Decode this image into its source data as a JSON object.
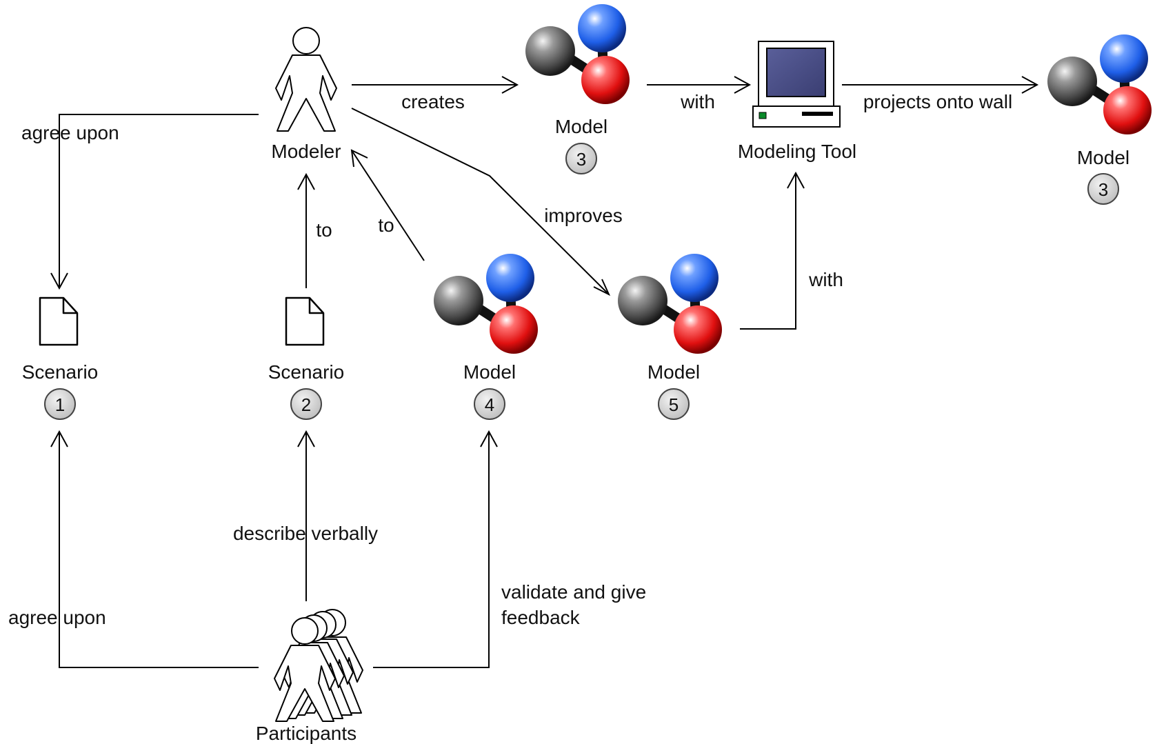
{
  "colors": {
    "background": "#ffffff",
    "line": "#000000",
    "badge_fill": "#d0d0d0",
    "atom_blue": "#1f5fe8",
    "atom_red": "#e01010",
    "atom_gray": "#5a5a5a",
    "monitor_screen": "#4a4f86"
  },
  "nodes": {
    "modeler": {
      "label": "Modeler",
      "icon": "person-icon"
    },
    "participants": {
      "label": "Participants",
      "icon": "people-group-icon"
    },
    "scenario1": {
      "label": "Scenario",
      "number": "1",
      "icon": "document-icon"
    },
    "scenario2": {
      "label": "Scenario",
      "number": "2",
      "icon": "document-icon"
    },
    "model3": {
      "label": "Model",
      "number": "3",
      "icon": "molecule-icon"
    },
    "model3_projected": {
      "label": "Model",
      "number": "3",
      "icon": "molecule-icon"
    },
    "model4": {
      "label": "Model",
      "number": "4",
      "icon": "molecule-icon"
    },
    "model5": {
      "label": "Model",
      "number": "5",
      "icon": "molecule-icon"
    },
    "tool": {
      "label": "Modeling Tool",
      "icon": "computer-icon"
    }
  },
  "edges": {
    "creates": "creates",
    "with_model3": "with",
    "projects": "projects onto wall",
    "agree_upon_top": "agree upon",
    "to_scenario2": "to",
    "to_model4": "to",
    "improves": "improves",
    "with_model5": "with",
    "describe_verbally": "describe verbally",
    "agree_upon_bottom": "agree upon",
    "validate_line1": "validate and give",
    "validate_line2": "feedback"
  }
}
